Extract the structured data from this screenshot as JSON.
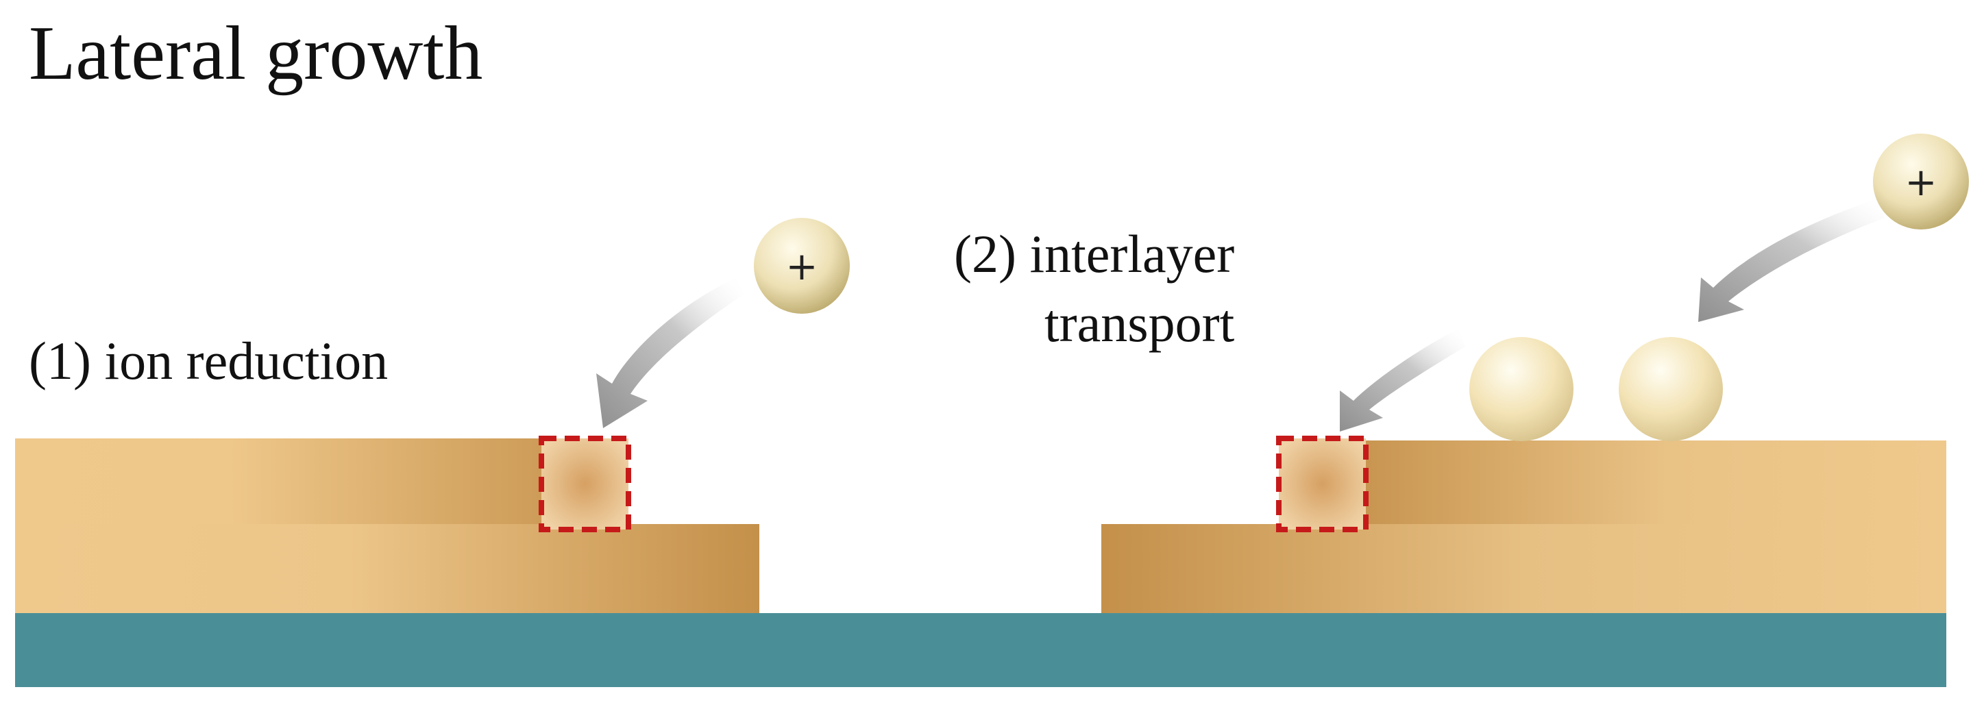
{
  "title": "Lateral growth",
  "step1": {
    "label": "(1) ion reduction"
  },
  "step2": {
    "line1": "(2) interlayer",
    "line2": "transport"
  },
  "ion_symbol": "+",
  "colors": {
    "substrate": "#4A8F98",
    "layer_light": "#EFC98C",
    "layer_dark": "#C4904A",
    "ion_light": "#FFFBEA",
    "ion_dark": "#CDBE86",
    "deposited_atom": "#F3E3B5",
    "site_box": "#C61A1A",
    "arrow": "#9E9E9E"
  },
  "icons": [
    "ion-icon",
    "arrow-icon",
    "atom-icon",
    "reduction-site-marker"
  ]
}
